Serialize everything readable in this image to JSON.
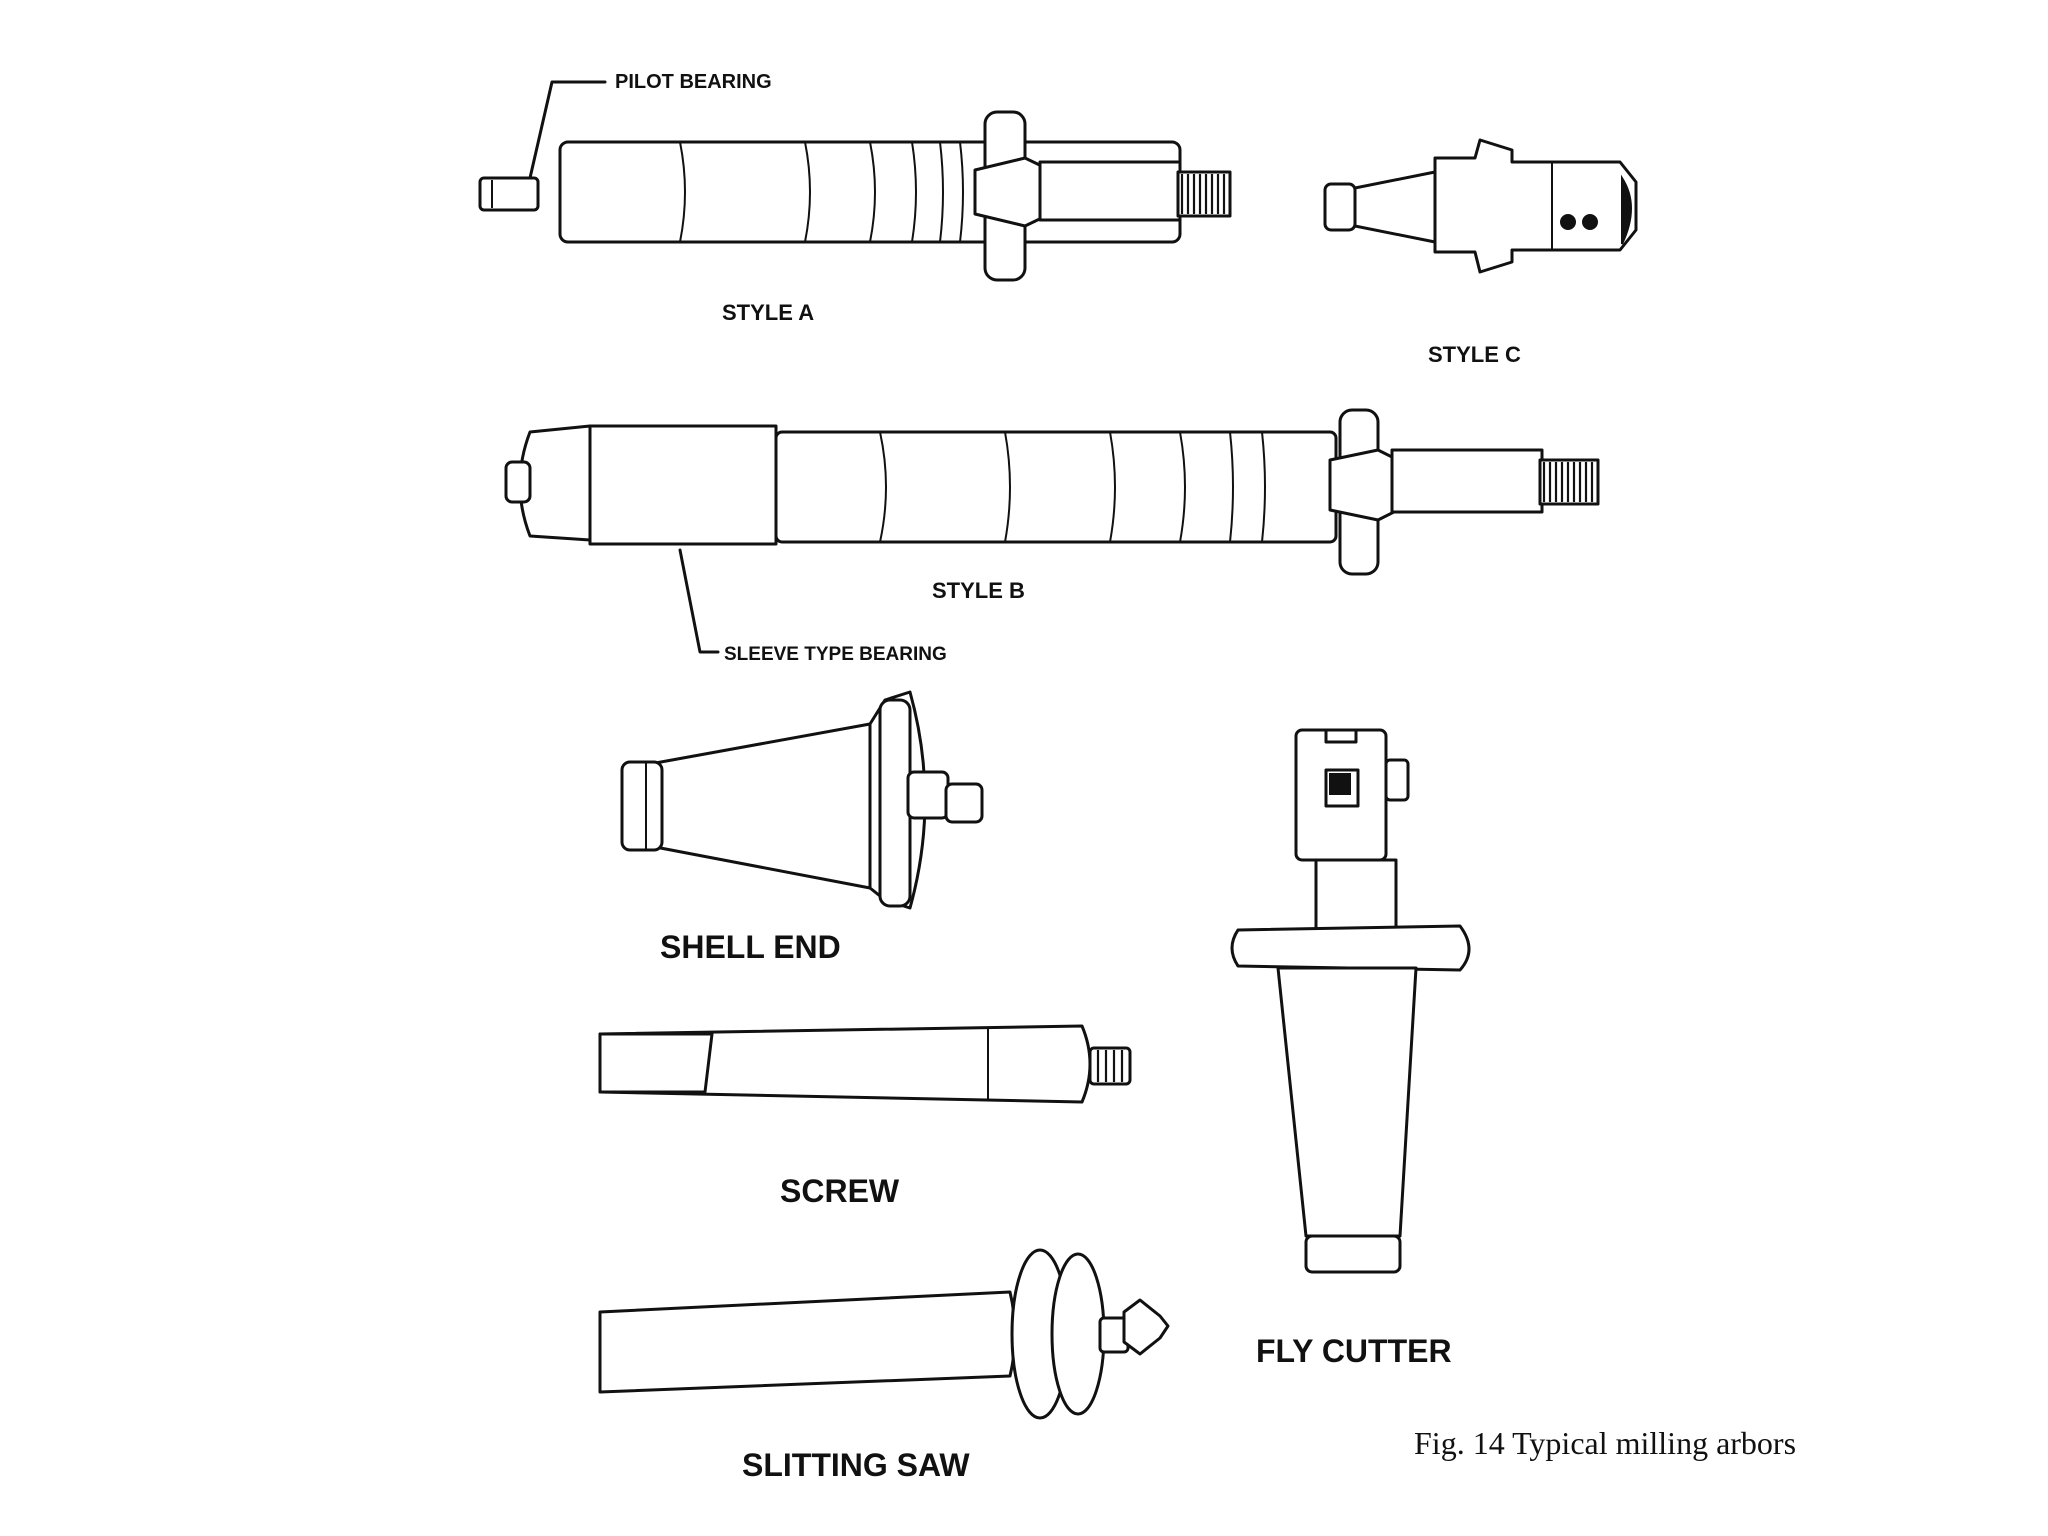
{
  "labels": {
    "pilot_bearing": "PILOT BEARING",
    "style_a": "STYLE A",
    "style_c": "STYLE C",
    "style_b": "STYLE B",
    "sleeve_type_bearing": "SLEEVE TYPE BEARING",
    "shell_end": "SHELL END",
    "screw": "SCREW",
    "fly_cutter": "FLY CUTTER",
    "slitting_saw": "SLITTING SAW"
  },
  "caption": "Fig. 14 Typical milling arbors"
}
